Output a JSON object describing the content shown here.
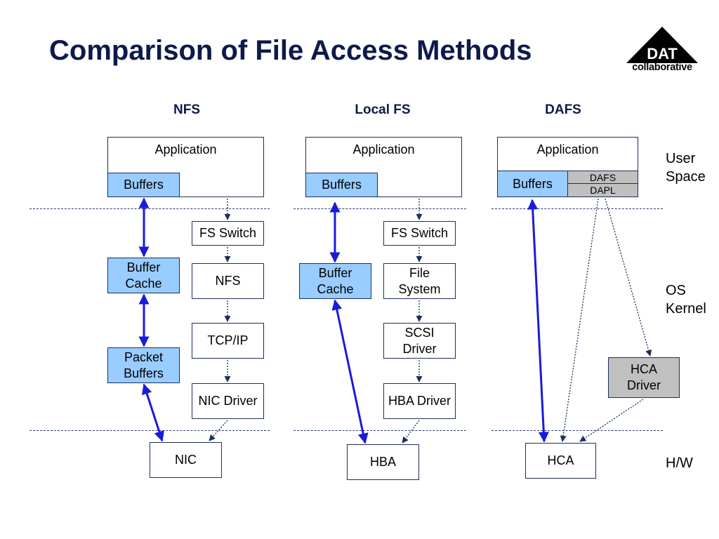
{
  "title": "Comparison of File Access Methods",
  "logo": {
    "mark": "DAT",
    "sub": "collaborative"
  },
  "columns": {
    "nfs": {
      "heading": "NFS",
      "application": "Application",
      "buffers": "Buffers",
      "fs_switch": "FS Switch",
      "buffer_cache": [
        "Buffer",
        "Cache"
      ],
      "nfs": "NFS",
      "packet_buffers": [
        "Packet",
        "Buffers"
      ],
      "tcpip": "TCP/IP",
      "nic_driver": "NIC Driver",
      "nic": "NIC"
    },
    "local": {
      "heading": "Local FS",
      "application": "Application",
      "buffers": "Buffers",
      "fs_switch": "FS Switch",
      "buffer_cache": [
        "Buffer",
        "Cache"
      ],
      "file_system": [
        "File",
        "System"
      ],
      "scsi_driver": [
        "SCSI",
        "Driver"
      ],
      "hba_driver": "HBA Driver",
      "hba": "HBA"
    },
    "dafs": {
      "heading": "DAFS",
      "application": "Application",
      "buffers": "Buffers",
      "dafs": "DAFS",
      "dapl": "DAPL",
      "hca_driver": [
        "HCA",
        "Driver"
      ],
      "hca": "HCA"
    }
  },
  "layers": {
    "user_space": [
      "User",
      "Space"
    ],
    "os_kernel": [
      "OS",
      "Kernel"
    ],
    "hw": "H/W"
  },
  "colors": {
    "title": "#0d1a4a",
    "buffer_fill": "#99ccff",
    "driver_fill": "#c0c0c0",
    "data_path": "#1a1adc",
    "control_path": "#1f2d5a"
  }
}
